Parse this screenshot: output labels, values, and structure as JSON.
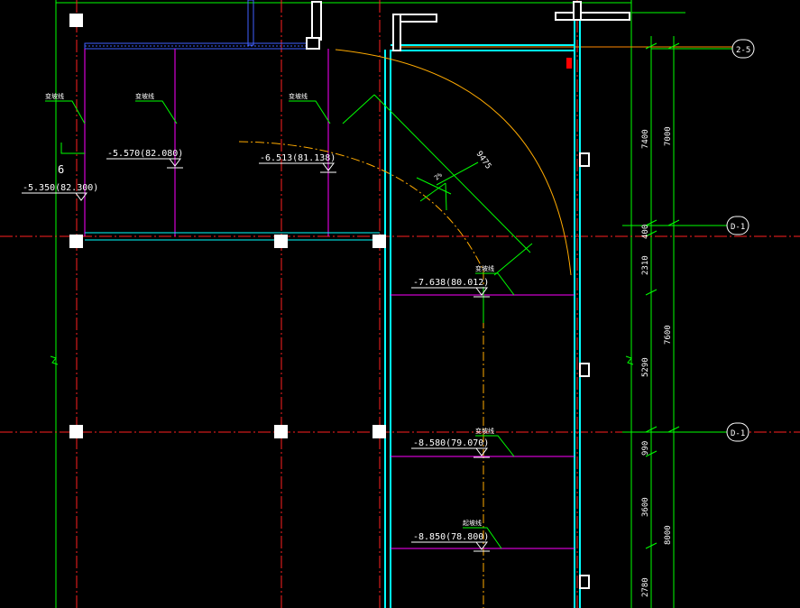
{
  "levels": {
    "l1": "-5.570(82.080)",
    "l2": "-6.513(81.138)",
    "l3": "-5.350(82.300)",
    "l4": "-7.638(80.012)",
    "l5": "-8.580(79.070)",
    "l6": "-8.850(78.800)"
  },
  "notes": {
    "n1": "变坡线",
    "n2": "变坡线",
    "n3": "变坡线",
    "n4": "变坡线",
    "n5": "变坡线",
    "n6": "起坡线"
  },
  "radius_label": "9475",
  "small_label": "6",
  "dims_inner": [
    "7400",
    "400",
    "2310",
    "5290",
    "990",
    "3600",
    "2780"
  ],
  "dims_outer": [
    "7000",
    "7600",
    "8000"
  ],
  "axis_labels": {
    "a1": "2-5",
    "a2": "D-1",
    "a3": "D-1"
  },
  "colors": {
    "wall": "#00ffff",
    "grid_red": "#ff2020",
    "dim_green": "#00ff00",
    "slope_purple": "#ff00ff",
    "orange": "#ffaa00",
    "blue": "#4060ff"
  }
}
